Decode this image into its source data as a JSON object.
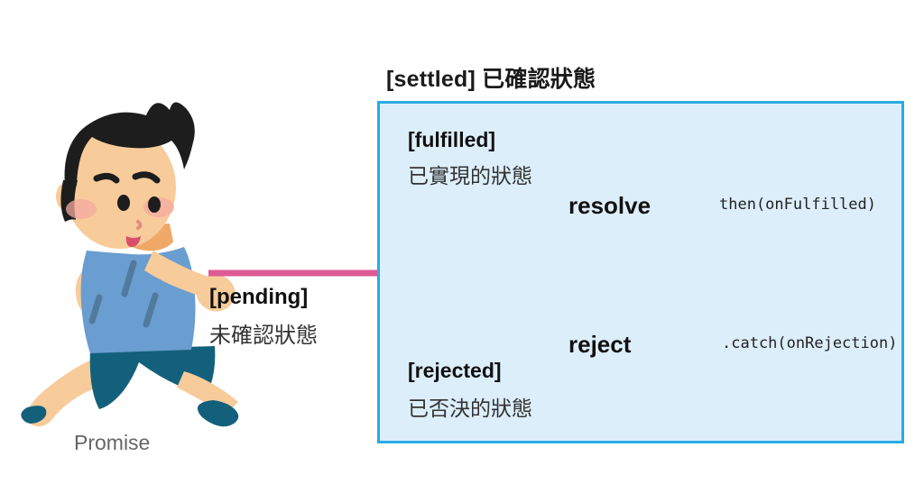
{
  "diagram": {
    "title": "[settled] 已確認狀態",
    "settled": {
      "label": "[settled]",
      "description": "已確認狀態",
      "box_fill": "#ddeefb",
      "box_border": "#29abe2"
    },
    "fulfilled": {
      "label": "[fulfilled]",
      "description": "已實現的狀態",
      "action": "resolve",
      "handler": "then(onFulfilled)"
    },
    "rejected": {
      "label": "[rejected]",
      "description": "已否決的狀態",
      "action": "reject",
      "handler": ".catch(onRejection)"
    },
    "pending": {
      "label": "[pending]",
      "description": "未確認狀態"
    },
    "promise": {
      "caption": "Promise"
    },
    "colors": {
      "arrow_pink": "#de5a95",
      "box_border_blue": "#29abe2",
      "box_fill_blue": "#ddeefb",
      "caption_gray": "#666666",
      "shirt_blue": "#6a9dd0",
      "shorts_teal": "#13607c",
      "hair_black": "#1d1d1d",
      "skin": "#f8cb9a"
    },
    "illustration": {
      "name": "running-boy-illustration",
      "alt": "Running boy illustration representing a Promise"
    }
  }
}
